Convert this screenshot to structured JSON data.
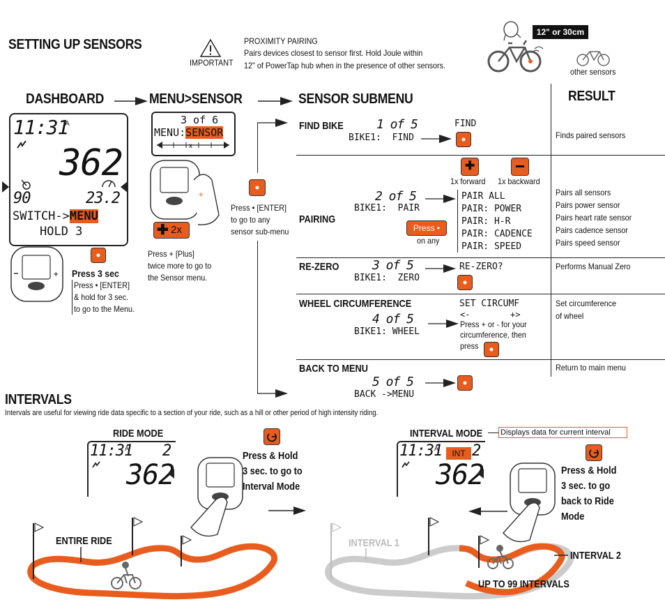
{
  "setup": {
    "title": "SETTING UP SENSORS",
    "important": "IMPORTANT",
    "prox_title": "PROXIMITY PAIRING",
    "prox_line1": "Pairs devices closest to sensor first. Hold Joule within",
    "prox_line2": "12\" of PowerTap hub when in the presence of other sensors.",
    "distance_badge": "12\" or 30cm",
    "other_sensors": "other sensors"
  },
  "headers": {
    "dashboard": "DASHBOARD",
    "menu_sensor": "MENU>SENSOR",
    "submenu": "SENSOR SUBMENU",
    "result": "RESULT"
  },
  "dashboard": {
    "time": "11:31",
    "am": "A",
    "power": "362",
    "cadence": "90",
    "speed": "23.2",
    "switch": "SWITCH->",
    "menu": "MENU",
    "hold": "HOLD 3",
    "press_label": "Press 3 sec",
    "press_l1": "Press • [ENTER]",
    "press_l2": "& hold for 3 sec.",
    "press_l3": "to go to the Menu."
  },
  "menu_sensor": {
    "count": "3 of 6",
    "menu": "MENU:",
    "sensor": "SENSOR",
    "plus_badge": "2x",
    "note_l1": "Press + [Plus]",
    "note_l2": "twice more to go to",
    "note_l3": "the Sensor menu.",
    "enter_l1": "Press • [ENTER]",
    "enter_l2": "to go to any",
    "enter_l3": "sensor sub-menu"
  },
  "submenu": {
    "find": {
      "label": "FIND BIKE",
      "count": "1 of 5",
      "screen": "BIKE1:  FIND",
      "target": "FIND",
      "result": "Finds paired sensors"
    },
    "pairing": {
      "label": "PAIRING",
      "count": "2 of 5",
      "screen": "BIKE1:  PAIR",
      "forward": "1x forward",
      "backward": "1x backward",
      "press": "Press •",
      "on_any": "on any",
      "options": [
        "PAIR ALL",
        "PAIR: POWER",
        "PAIR: H-R",
        "PAIR: CADENCE",
        "PAIR: SPEED"
      ],
      "results": [
        "Pairs all sensors",
        "Pairs power sensor",
        "Pairs heart rate sensor",
        "Pairs cadence sensor",
        "Pairs speed sensor"
      ]
    },
    "rezero": {
      "label": "RE-ZERO",
      "count": "3 of 5",
      "screen": "BIKE1:  ZERO",
      "target": "RE-ZERO?",
      "result": "Performs Manual Zero"
    },
    "wheel": {
      "label": "WHEEL CIRCUMFERENCE",
      "count": "4 of 5",
      "screen": "BIKE1: WHEEL",
      "target": "SET CIRCUMF",
      "left": "<-",
      "right": "+>",
      "note_l1": "Press + or - for your",
      "note_l2": "circumference, then",
      "note_l3": "press",
      "result_l1": "Set circumference",
      "result_l2": "of wheel"
    },
    "back": {
      "label": "BACK TO MENU",
      "count": "5 of 5",
      "screen": "BACK ->MENU",
      "result": "Return to main menu"
    }
  },
  "intervals": {
    "title": "INTERVALS",
    "desc": "Intervals are useful for viewing ride data specific to a section of your ride, such as a hill or other period of high intensity riding.",
    "ride_mode": "RIDE MODE",
    "interval_mode": "INTERVAL MODE",
    "displays": "Displays data for current interval",
    "time": "11:31",
    "am": "A",
    "lap": "2",
    "power": "362",
    "int": "INT",
    "ph1_l1": "Press & Hold",
    "ph1_l2": "3 sec. to go to",
    "ph1_l3": "Interval Mode",
    "ph2_l1": "Press & Hold",
    "ph2_l2": "3 sec. to go",
    "ph2_l3": "back to Ride",
    "ph2_l4": "Mode",
    "entire": "ENTIRE RIDE",
    "interval1": "INTERVAL 1",
    "interval2": "INTERVAL 2",
    "up_to": "UP TO 99 INTERVALS"
  },
  "colors": {
    "accent": "#e85d1e",
    "text": "#111111",
    "line": "#222222"
  }
}
